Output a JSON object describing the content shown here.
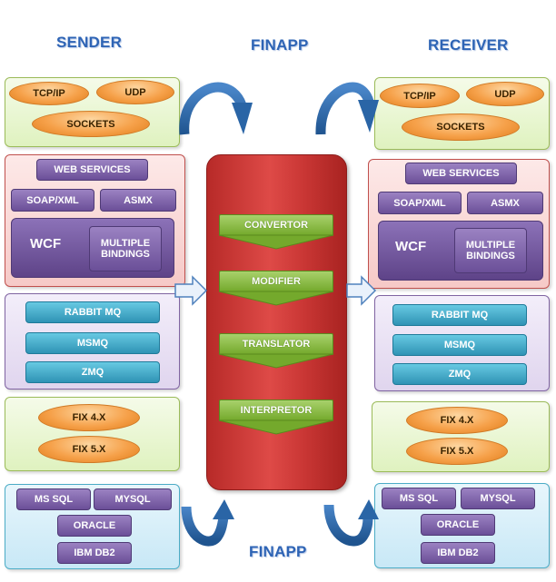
{
  "titles": {
    "sender": "SENDER",
    "finapp_top": "FINAPP",
    "receiver": "RECEIVER",
    "finapp_bottom": "FINAPP"
  },
  "sender": {
    "network": {
      "tcpip": "TCP/IP",
      "udp": "UDP",
      "sockets": "SOCKETS"
    },
    "services": {
      "web_services": "WEB SERVICES",
      "soap_xml": "SOAP/XML",
      "asmx": "ASMX",
      "wcf": "WCF",
      "multiple_bindings": "MULTIPLE BINDINGS"
    },
    "queues": {
      "rabbit_mq": "RABBIT MQ",
      "msmq": "MSMQ",
      "zmq": "ZMQ"
    },
    "fix": {
      "fix4": "FIX 4.X",
      "fix5": "FIX 5.X"
    },
    "databases": {
      "ms_sql": "MS SQL",
      "mysql": "MYSQL",
      "oracle": "ORACLE",
      "ibm_db2": "IBM DB2"
    }
  },
  "receiver": {
    "network": {
      "tcpip": "TCP/IP",
      "udp": "UDP",
      "sockets": "SOCKETS"
    },
    "services": {
      "web_services": "WEB SERVICES",
      "soap_xml": "SOAP/XML",
      "asmx": "ASMX",
      "wcf": "WCF",
      "multiple_bindings": "MULTIPLE BINDINGS"
    },
    "queues": {
      "rabbit_mq": "RABBIT MQ",
      "msmq": "MSMQ",
      "zmq": "ZMQ"
    },
    "fix": {
      "fix4": "FIX 4.X",
      "fix5": "FIX 5.X"
    },
    "databases": {
      "ms_sql": "MS SQL",
      "mysql": "MYSQL",
      "oracle": "ORACLE",
      "ibm_db2": "IBM DB2"
    }
  },
  "finapp": {
    "convertor": "CONVERTOR",
    "modifier": "MODIFIER",
    "translator": "TRANSLATOR",
    "interpretor": "INTERPRETOR"
  },
  "colors": {
    "title": "#2e64b5",
    "core_red": "#de4a47",
    "arrow_blue": "#2f6fb3",
    "green_box": "#8cc04a",
    "orange_oval": "#f6a14a",
    "purple_box": "#7a5fa8",
    "teal_box": "#4bacc6"
  }
}
